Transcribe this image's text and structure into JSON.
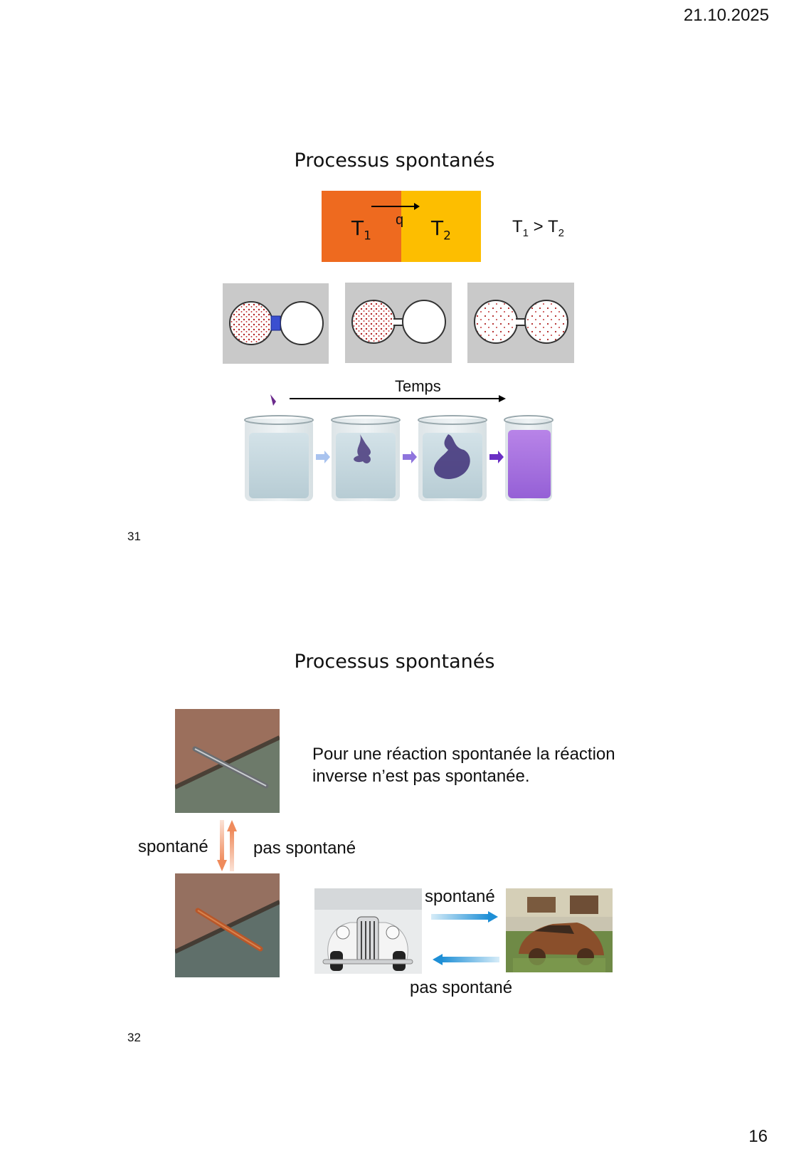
{
  "header": {
    "date": "21.10.2025"
  },
  "footer": {
    "page_number": "16"
  },
  "slide31": {
    "title": "Processus spontanés",
    "slide_number": "31",
    "heat": {
      "t1": "T",
      "t1_sub": "1",
      "t2": "T",
      "t2_sub": "2",
      "q": "q",
      "comparison_a": "T",
      "comparison_a_sub": "1",
      "comparison_op": " > ",
      "comparison_b": "T",
      "comparison_b_sub": "2",
      "hot_color": "#ee6a1f",
      "cold_color": "#fdbe00"
    },
    "time_label": "Temps"
  },
  "slide32": {
    "title": "Processus spontanés",
    "slide_number": "32",
    "statement": "Pour une réaction spontanée la réaction inverse n’est pas spontanée.",
    "nail": {
      "forward": "spontané",
      "reverse": "pas spontané"
    },
    "car": {
      "forward": "spontané",
      "reverse": "pas spontané"
    }
  }
}
